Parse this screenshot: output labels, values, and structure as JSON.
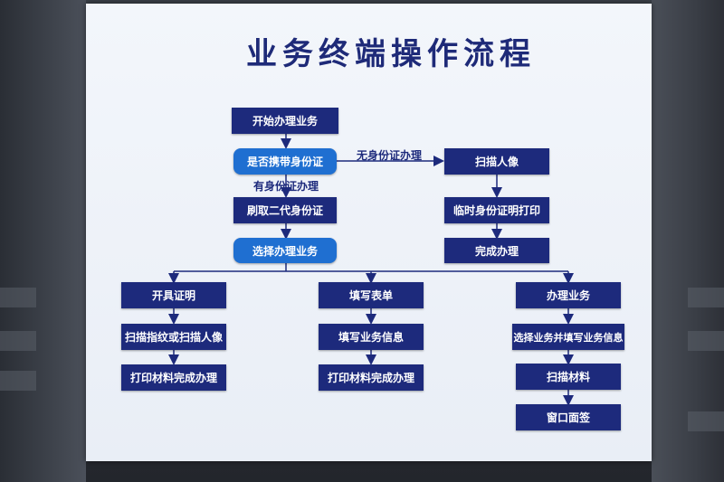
{
  "title": "业务终端操作流程",
  "nodes": {
    "start": "开始办理业务",
    "has_id_question": "是否携带身份证",
    "swipe_id": "刷取二代身份证",
    "choose_business": "选择办理业务",
    "scan_portrait": "扫描人像",
    "print_temp_id": "临时身份证明打印",
    "done": "完成办理",
    "issue_certificate": "开具证明",
    "scan_fingerprint": "扫描指纹或扫描人像",
    "print_done_left": "打印材料完成办理",
    "fill_form": "填写表单",
    "fill_info": "填写业务信息",
    "print_done_mid": "打印材料完成办理",
    "handle_business": "办理业务",
    "select_and_fill": "选择业务并填写业务信息",
    "scan_materials": "扫描材料",
    "window_sign": "窗口面签"
  },
  "edge_labels": {
    "no_id": "无身份证办理",
    "has_id": "有身份证办理"
  },
  "colors": {
    "box_dark": "#1d2a7c",
    "box_round": "#1f6fd1",
    "title": "#1e2a78",
    "line": "#1d2a7c"
  }
}
